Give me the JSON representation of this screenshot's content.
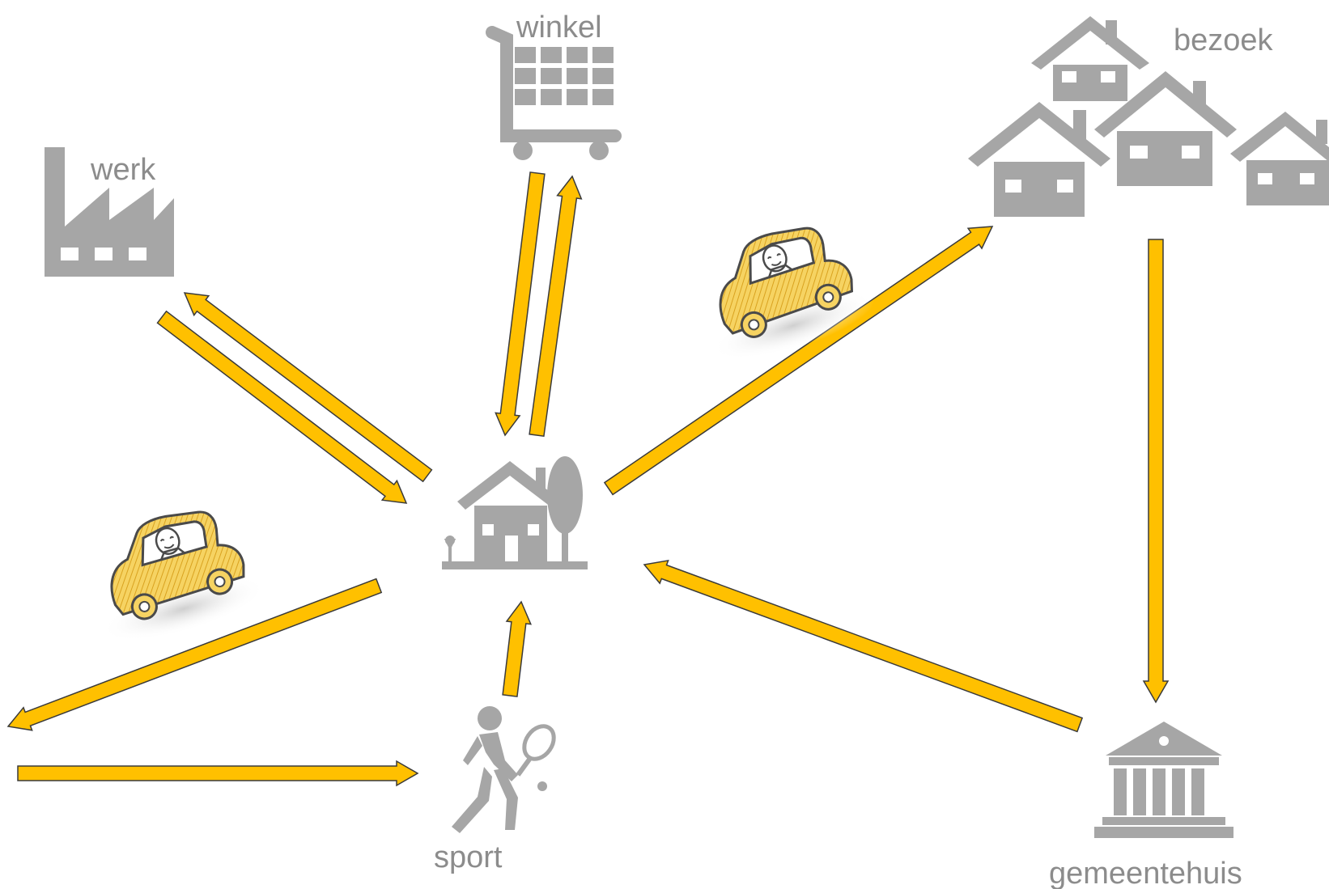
{
  "colors": {
    "arrow_fill": "#FFC000",
    "arrow_stroke": "#3a3a3a",
    "icon_gray": "#A6A6A6",
    "label_gray": "#8C8C8C",
    "car_yellow": "#F2C23A",
    "car_outline": "#4A4A4A"
  },
  "labels": {
    "werk": "werk",
    "winkel": "winkel",
    "bezoek": "bezoek",
    "sport": "sport",
    "gemeentehuis": "gemeentehuis"
  },
  "icons": {
    "home": "house-with-tree-icon",
    "werk": "factory-icon",
    "winkel": "shopping-cart-icon",
    "bezoek": "houses-cluster-icon",
    "sport": "tennis-player-icon",
    "gemeentehuis": "town-hall-icon",
    "car": "car-driver-illustration"
  }
}
